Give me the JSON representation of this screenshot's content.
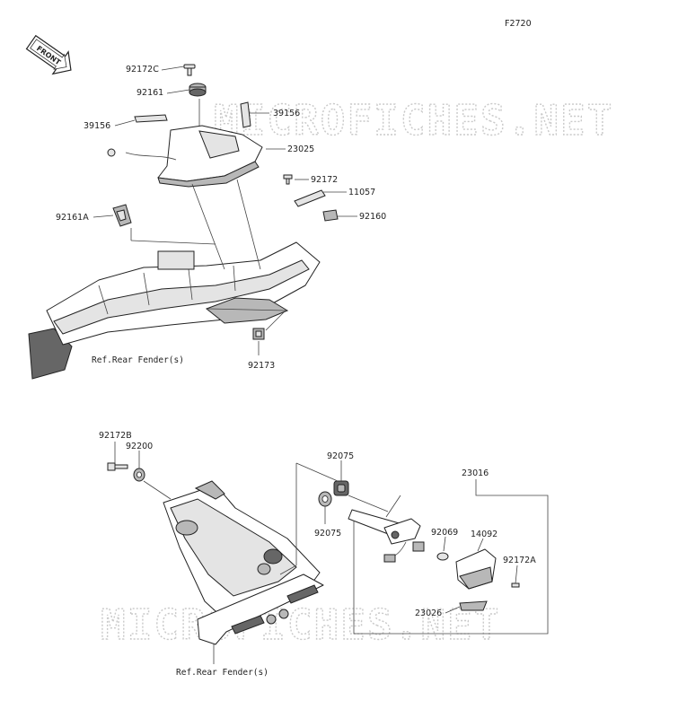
{
  "figure_code": "F2720",
  "front_label": "FRONT",
  "watermark": "MICROFICHES.NET",
  "callouts": {
    "c92172C": "92172C",
    "c92161": "92161",
    "c39156_right": "39156",
    "c39156_left": "39156",
    "c23025": "23025",
    "c92172": "92172",
    "c11057": "11057",
    "c92161A": "92161A",
    "c92160": "92160",
    "c92173": "92173",
    "ref_top": "Ref.Rear Fender(s)",
    "c92172B": "92172B",
    "c92200": "92200",
    "c92075_top": "92075",
    "c23016": "23016",
    "c92075_bot": "92075",
    "c92069": "92069",
    "c14092": "14092",
    "c92172A": "92172A",
    "c23026": "23026",
    "ref_bottom": "Ref.Rear Fender(s)"
  }
}
